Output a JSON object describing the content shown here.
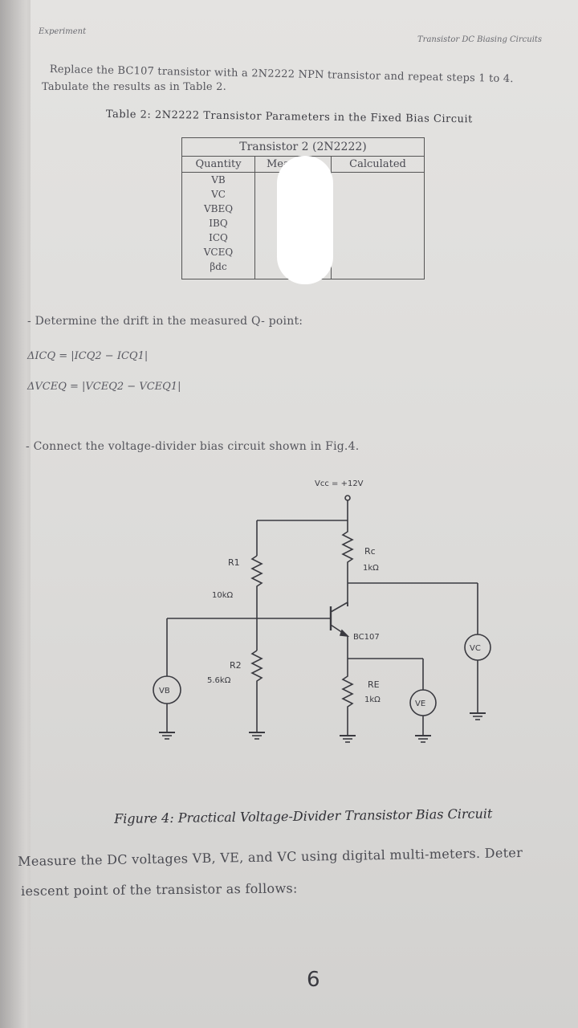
{
  "header": {
    "left": "Experiment",
    "right": "Transistor DC Biasing Circuits"
  },
  "intro": {
    "line1": "Replace the BC107 transistor with a 2N2222 NPN transistor and repeat steps 1 to 4.",
    "line2": "Tabulate the results as in Table 2."
  },
  "table": {
    "caption": "Table 2: 2N2222 Transistor Parameters in the Fixed Bias Circuit",
    "title": "Transistor 2 (2N2222)",
    "columns": [
      "Quantity",
      "Measured",
      "Calculated"
    ],
    "quantities": [
      "VB",
      "VC",
      "VBEQ",
      "IBQ",
      "ICQ",
      "VCEQ",
      "βdc"
    ]
  },
  "drift": {
    "instruction": "- Determine the drift in the measured Q- point:",
    "formula1": "ΔICQ = |ICQ2 − ICQ1|",
    "formula2": "ΔVCEQ = |VCEQ2 − VCEQ1|"
  },
  "connect": {
    "text": "- Connect the voltage-divider bias circuit shown in Fig.4."
  },
  "circuit": {
    "vcc": "Vcc = +12V",
    "r1_name": "R1",
    "r1_value": "10kΩ",
    "r2_name": "R2",
    "r2_value": "5.6kΩ",
    "rc_name": "Rc",
    "rc_value": "1kΩ",
    "re_name": "RE",
    "re_value": "1kΩ",
    "transistor": "BC107",
    "meter_vb": "VB",
    "meter_ve": "VE",
    "meter_vc": "VC"
  },
  "figure_caption": "Figure 4: Practical Voltage-Divider Transistor Bias Circuit",
  "measure": {
    "line1": "Measure the DC voltages VB, VE, and VC using digital multi-meters. Deter",
    "line2": "iescent point of the transistor as follows:"
  },
  "page_number": "6"
}
